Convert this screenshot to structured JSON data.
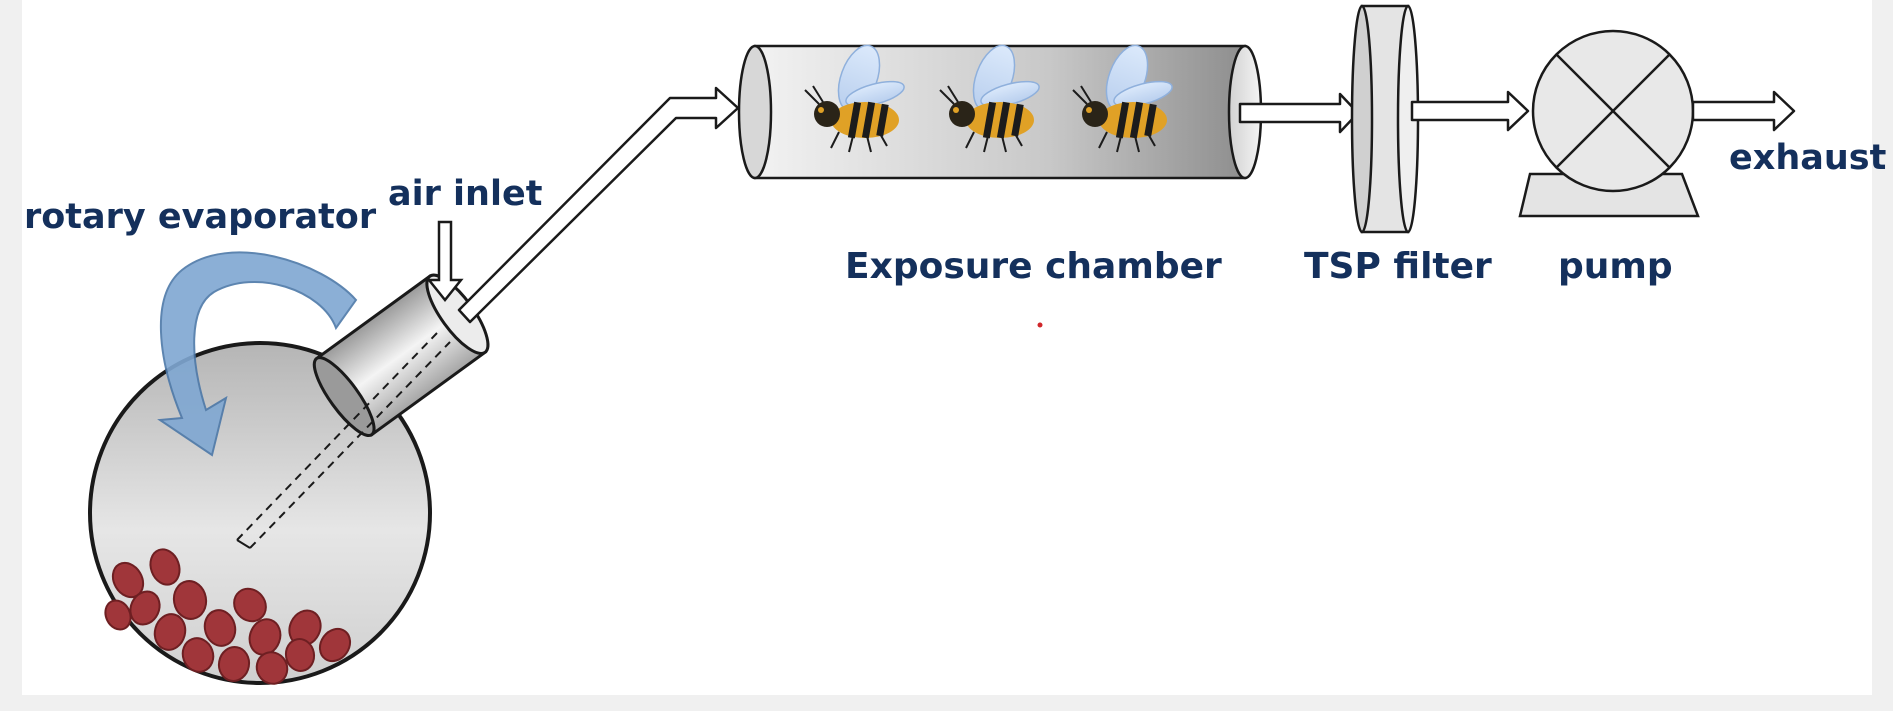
{
  "labels": {
    "rotary_evaporator": "rotary evaporator",
    "air_inlet": "air inlet",
    "exposure_chamber": "Exposure chamber",
    "tsp_filter": "TSP filter",
    "pump": "pump",
    "exhaust": "exhaust"
  },
  "colors": {
    "label_text": "#14305c",
    "rotation_arrow": "#7fa7d2",
    "seeds": "#a0363a",
    "outline": "#1a1a1a"
  },
  "icons": {
    "rotation": "curved-arrow-icon",
    "insects": "bee-icon",
    "pump": "pump-icon",
    "filter": "filter-disc-icon"
  }
}
